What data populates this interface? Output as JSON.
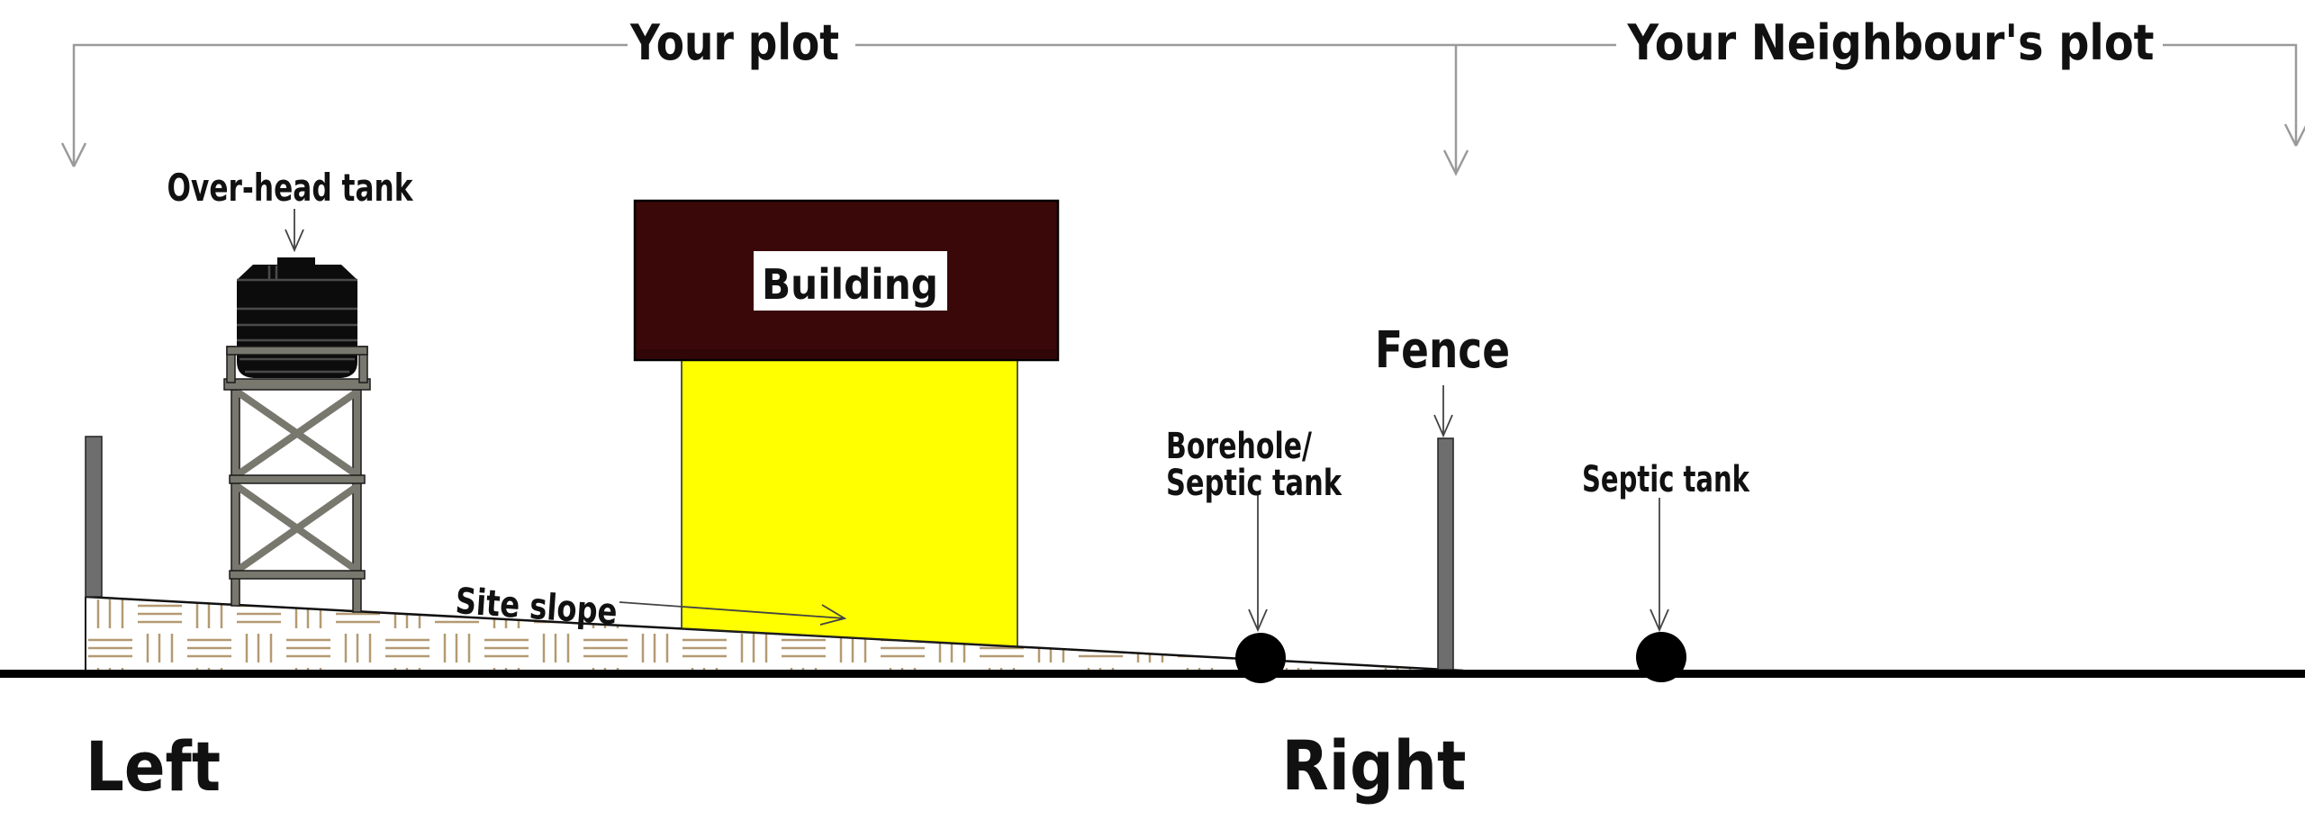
{
  "diagram": {
    "plot_labels": {
      "your_plot": "Your plot",
      "neighbours_plot": "Your Neighbour's plot"
    },
    "labels": {
      "overhead_tank": "Over-head tank",
      "building": "Building",
      "fence": "Fence",
      "borehole_line1": "Borehole/",
      "borehole_line2": "Septic tank",
      "septic_tank": "Septic tank",
      "site_slope": "Site slope",
      "left": "Left",
      "right": "Right"
    },
    "colors": {
      "roof": "#3A0808",
      "roof_band": "#300606",
      "building_body": "#FFFF00",
      "tank": "#0C0C0C",
      "tank_rib": "#4A4A4A",
      "stand": "#78786F",
      "fence_post": "#6E6E6E",
      "hatch_line": "#B49A72",
      "bracket_line": "#9A9A9A",
      "ground": "#000000",
      "slope_line": "#111111",
      "label_box": "#FFFFFF"
    }
  }
}
